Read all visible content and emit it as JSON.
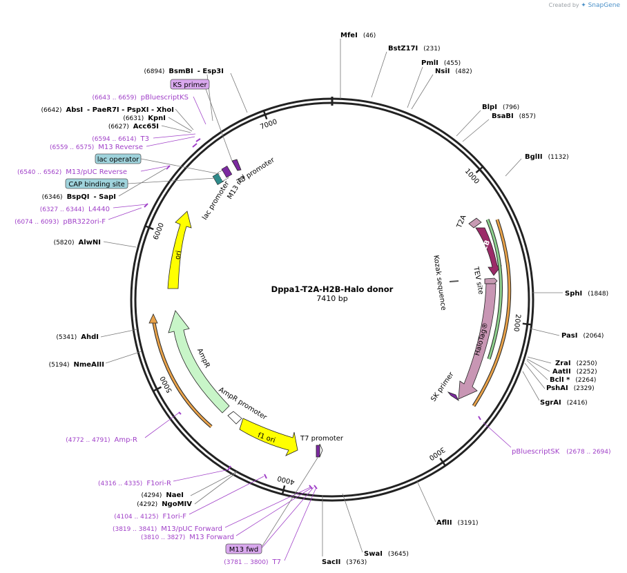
{
  "watermark": {
    "prefix": "Created by",
    "brand": "SnapGene"
  },
  "plasmid": {
    "name": "Dppa1-T2A-H2B-Halo donor",
    "length_label": "7410 bp",
    "length": 7410
  },
  "ticks": [
    {
      "label": "1000",
      "pos": 1000
    },
    {
      "label": "2000",
      "pos": 2000
    },
    {
      "label": "3000",
      "pos": 3000
    },
    {
      "label": "4000",
      "pos": 4000
    },
    {
      "label": "5000",
      "pos": 5000
    },
    {
      "label": "6000",
      "pos": 6000
    },
    {
      "label": "7000",
      "pos": 7000
    }
  ],
  "enzymes": [
    {
      "name": "MfeI",
      "coord": "(46)"
    },
    {
      "name": "BstZ17I",
      "coord": "(231)"
    },
    {
      "name": "PmlI",
      "coord": "(455)"
    },
    {
      "name": "NsiI",
      "coord": "(482)"
    },
    {
      "name": "BlpI",
      "coord": "(796)"
    },
    {
      "name": "BsaBI",
      "coord": "(857)"
    },
    {
      "name": "BglII",
      "coord": "(1132)"
    },
    {
      "name": "SphI",
      "coord": "(1848)"
    },
    {
      "name": "PasI",
      "coord": "(2064)"
    },
    {
      "name": "ZraI",
      "coord": "(2250)"
    },
    {
      "name": "AatII",
      "coord": "(2252)"
    },
    {
      "name": "BclI *",
      "coord": "(2264)"
    },
    {
      "name": "PshAI",
      "coord": "(2329)"
    },
    {
      "name": "SgrAI",
      "coord": "(2416)"
    },
    {
      "name": "AflII",
      "coord": "(3191)"
    },
    {
      "name": "SwaI",
      "coord": "(3645)"
    },
    {
      "name": "SacII",
      "coord": "(3763)"
    },
    {
      "name": "NaeI",
      "coord": "(4294)"
    },
    {
      "name": "NgoMIV",
      "coord": "(4292)"
    },
    {
      "name": "NmeAIII",
      "coord": "(5194)"
    },
    {
      "name": "AhdI",
      "coord": "(5341)"
    },
    {
      "name": "AlwNI",
      "coord": "(5820)"
    },
    {
      "name": "BspQI",
      "extra": "- SapI",
      "coord": "(6346)"
    },
    {
      "name": "Acc65I",
      "coord": "(6627)"
    },
    {
      "name": "KpnI",
      "coord": "(6631)"
    },
    {
      "name": "AbsI",
      "extra": "- PaeR7I   - PspXI   - XhoI",
      "coord": "(6642)"
    },
    {
      "name": "BsmBI",
      "extra": "- Esp3I",
      "coord": "(6894)"
    }
  ],
  "primers": [
    {
      "name": "pBluescriptKS",
      "coord": "(6643 .. 6659)"
    },
    {
      "name": "T3",
      "coord": "(6594 .. 6614)"
    },
    {
      "name": "M13 Reverse",
      "coord": "(6559 .. 6575)"
    },
    {
      "name": "M13/pUC Reverse",
      "coord": "(6540 .. 6562)"
    },
    {
      "name": "L4440",
      "coord": "(6327 .. 6344)"
    },
    {
      "name": "pBR322ori-F",
      "coord": "(6074 .. 6093)"
    },
    {
      "name": "Amp-R",
      "coord": "(4772 .. 4791)"
    },
    {
      "name": "F1ori-R",
      "coord": "(4316 .. 4335)"
    },
    {
      "name": "F1ori-F",
      "coord": "(4104 .. 4125)"
    },
    {
      "name": "M13/pUC Forward",
      "coord": "(3819 .. 3841)"
    },
    {
      "name": "M13 Forward",
      "coord": "(3810 .. 3827)"
    },
    {
      "name": "T7",
      "coord": "(3781 .. 3800)"
    },
    {
      "name": "pBluescriptSK",
      "coord": "(2678 .. 2694)"
    }
  ],
  "boxed_labels": {
    "ks_primer": "KS primer",
    "lac_operator": "lac operator",
    "cap_binding_site": "CAP binding site",
    "m13_fwd": "M13 fwd"
  },
  "features": {
    "t2a": "T2A",
    "h2b": "H2B",
    "tev_site": "TEV site",
    "halotag": "HaloTag®",
    "kozak": "Kozak sequence",
    "sk_primer": "SK primer",
    "t7_promoter": "T7 promoter",
    "f1_ori": "f1 ori",
    "ampr_promoter": "AmpR promoter",
    "ampr": "AmpR",
    "ori": "ori",
    "lac_promoter": "lac promoter",
    "m13_rev": "M13 rev",
    "t3_promoter": "T3 promoter"
  },
  "colors": {
    "backbone": "#222222",
    "enzyme_text": "#000000",
    "primer_text": "#a040c8",
    "primer_box": "#d9a8ee",
    "site_box": "#9fd3dc",
    "h2b": "#9b2b68",
    "halotag": "#c896b4",
    "ori_fill": "#ffff00",
    "ampr_fill": "#c8f5c8",
    "orange_arrow": "#e8a24a"
  }
}
